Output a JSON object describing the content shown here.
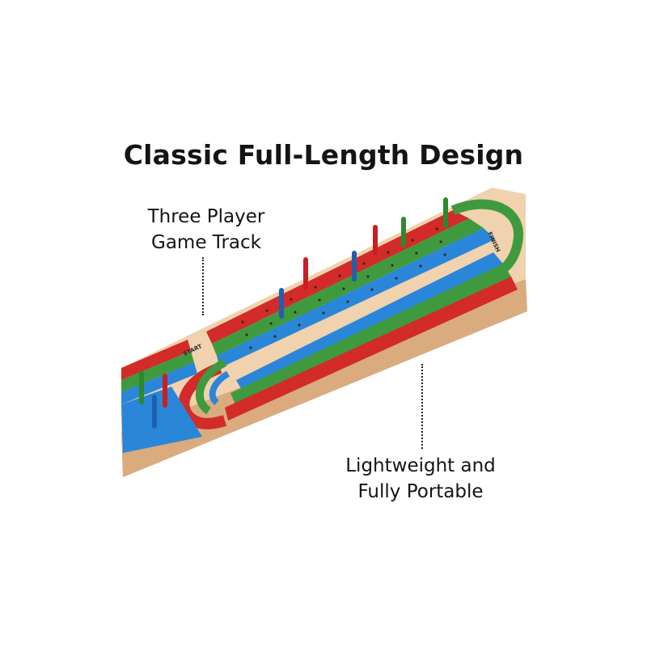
{
  "headline": "Classic Full-Length Design",
  "callouts": {
    "track_line1": "Three Player",
    "track_line2": "Game Track",
    "portable_line1": "Lightweight and",
    "portable_line2": "Fully Portable"
  },
  "board": {
    "start_label": "START",
    "finish_label": "FINISH",
    "colors": {
      "wood_top": "#f0d2ae",
      "wood_side": "#d9ab7f",
      "track_red": "#d32a2a",
      "track_green": "#3f9a3f",
      "track_blue": "#2a86d8",
      "peg_red": "#c91e24",
      "peg_green": "#2c8a2e",
      "peg_blue": "#1f5fb0"
    }
  }
}
